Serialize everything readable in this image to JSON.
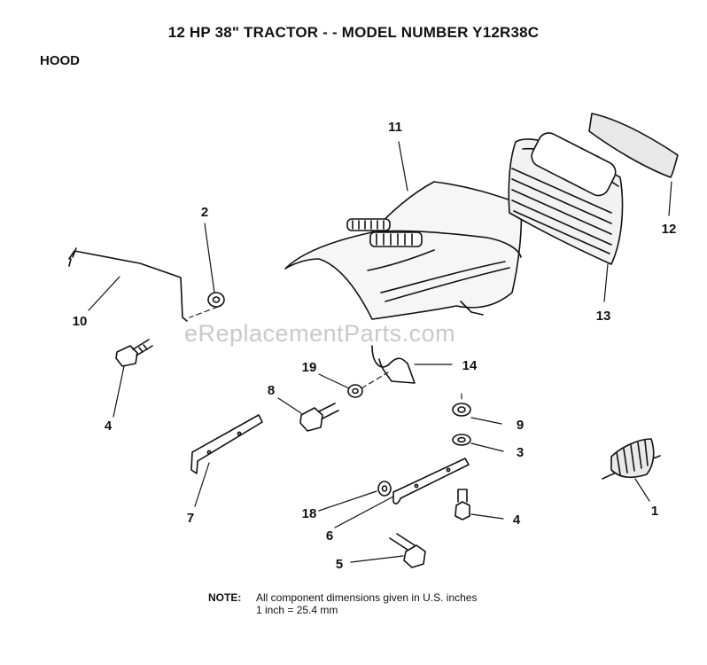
{
  "header": {
    "title": "12 HP 38\" TRACTOR - - MODEL NUMBER Y12R38C",
    "section": "HOOD"
  },
  "diagram": {
    "callouts": [
      "1",
      "2",
      "3",
      "4",
      "4",
      "5",
      "6",
      "7",
      "8",
      "9",
      "10",
      "11",
      "12",
      "13",
      "14",
      "18",
      "19"
    ]
  },
  "watermark": "eReplacementParts.com",
  "note": {
    "label": "NOTE:",
    "line1": "All component dimensions given in U.S. inches",
    "line2": "1 inch = 25.4 mm"
  }
}
